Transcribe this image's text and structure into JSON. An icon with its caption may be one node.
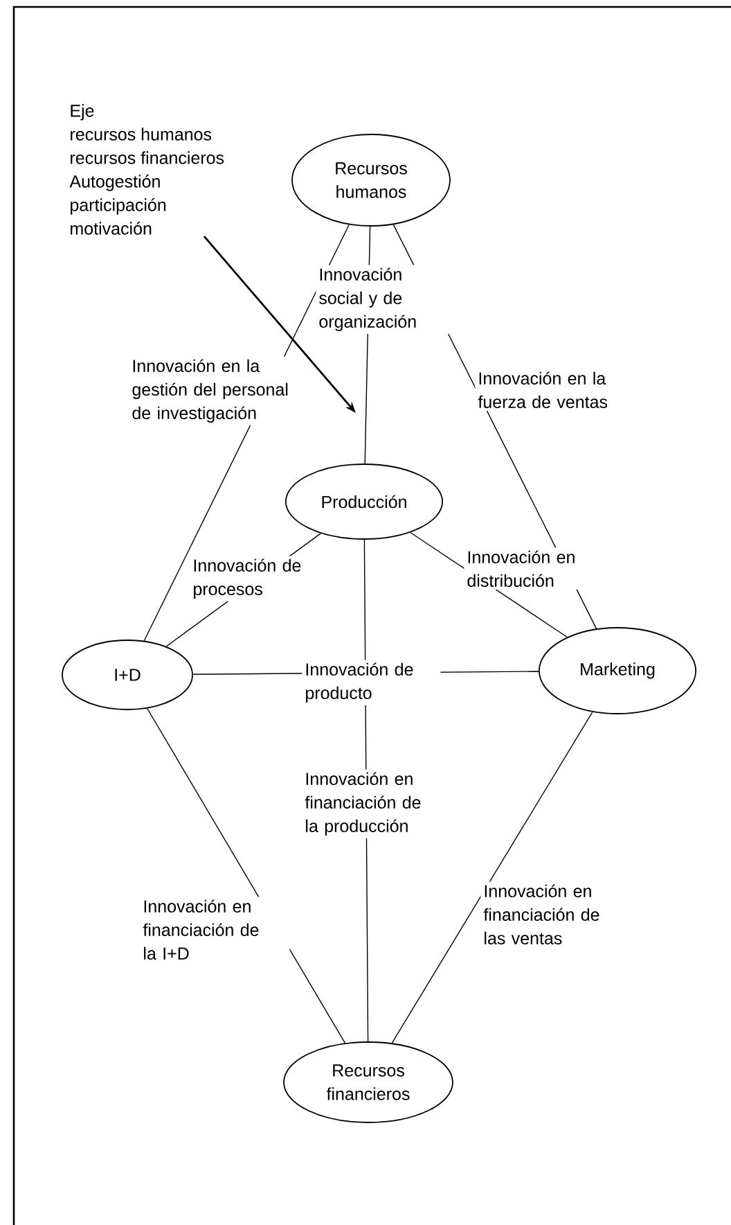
{
  "diagram": {
    "nodes": [
      {
        "text": [
          "Recursos humanos"
        ]
      },
      {
        "text": [
          "Producción"
        ]
      },
      {
        "text": [
          "I+D"
        ]
      },
      {
        "text": [
          "Marketing"
        ]
      },
      {
        "text": [
          "Recursos financieros"
        ]
      },
      {
        "text": [
          "Eje",
          "recursos humanos",
          "recursos financieros",
          "Autogestión",
          "participación",
          "motivación"
        ]
      }
    ],
    "edges": [
      {
        "from": 0,
        "to": 1,
        "arrow": "none",
        "label": "Innovación social y de organización"
      },
      {
        "from": 0,
        "to": 2,
        "arrow": "none",
        "label": "Innovación en la gestión del personal de investigación"
      },
      {
        "from": 0,
        "to": 3,
        "arrow": "none",
        "label": "Innovación en la fuerza de ventas"
      },
      {
        "from": 1,
        "to": 2,
        "arrow": "none",
        "label": "Innovación de procesos"
      },
      {
        "from": 1,
        "to": 3,
        "arrow": "none",
        "label": "Innovación en distribución"
      },
      {
        "from": 2,
        "to": 3,
        "arrow": "none",
        "label": "Innovación de producto"
      },
      {
        "from": 1,
        "to": 4,
        "arrow": "none",
        "label": "Innovación en financiación de la producción"
      },
      {
        "from": 2,
        "to": 4,
        "arrow": "none",
        "label": "Innovación en financiación de la I+D"
      },
      {
        "from": 3,
        "to": 4,
        "arrow": "none",
        "label": "Innovación en financiación de las ventas"
      },
      {
        "from": 5,
        "to": null,
        "arrow": "to"
      }
    ]
  }
}
